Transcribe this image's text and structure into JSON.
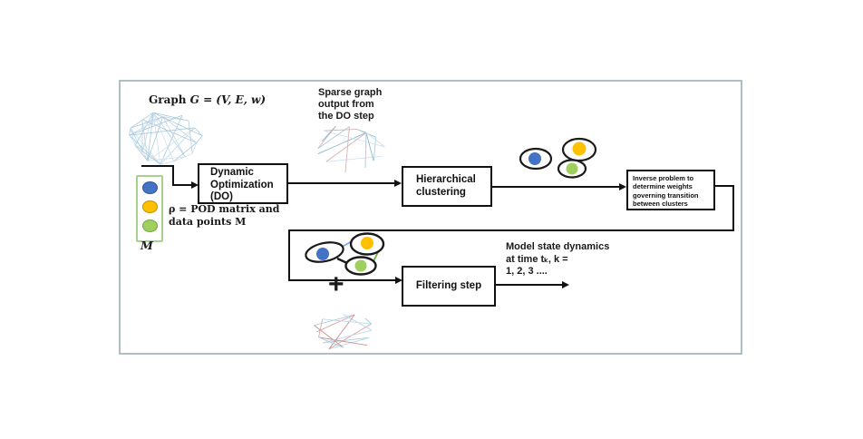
{
  "labels": {
    "graph_title_prefix": "Graph ",
    "graph_title_math": "G = (V, E, w)",
    "sparse_graph_caption": "Sparse graph\noutput from\nthe DO step",
    "rho_caption": "ρ = POD matrix and\ndata points M",
    "m_label": "M",
    "plus_sign": "+",
    "model_caption": "Model state dynamics\nat time tₖ, k =\n1, 2, 3 ...."
  },
  "boxes": {
    "dynamic_optimization": "Dynamic\nOptimization\n(DO)",
    "hierarchical_clustering": "Hierarchical\nclustering",
    "inverse_problem": "Inverse problem to\ndetermine weights\ngoverning transition\nbetween clusters",
    "filtering_step": "Filtering step"
  },
  "colors": {
    "frame_border": "#aebfc4",
    "m_rect_border": "#a9d18e",
    "node_blue": "#4472c4",
    "node_yellow": "#ffc000",
    "node_green": "#9fd05e",
    "cluster_edge_green": "#70ad47",
    "cluster_edge_blue": "#7ba7d4",
    "graph_edge_light_blue": "#b5cfdf",
    "graph_node_dark_red": "#7b2c2c"
  }
}
